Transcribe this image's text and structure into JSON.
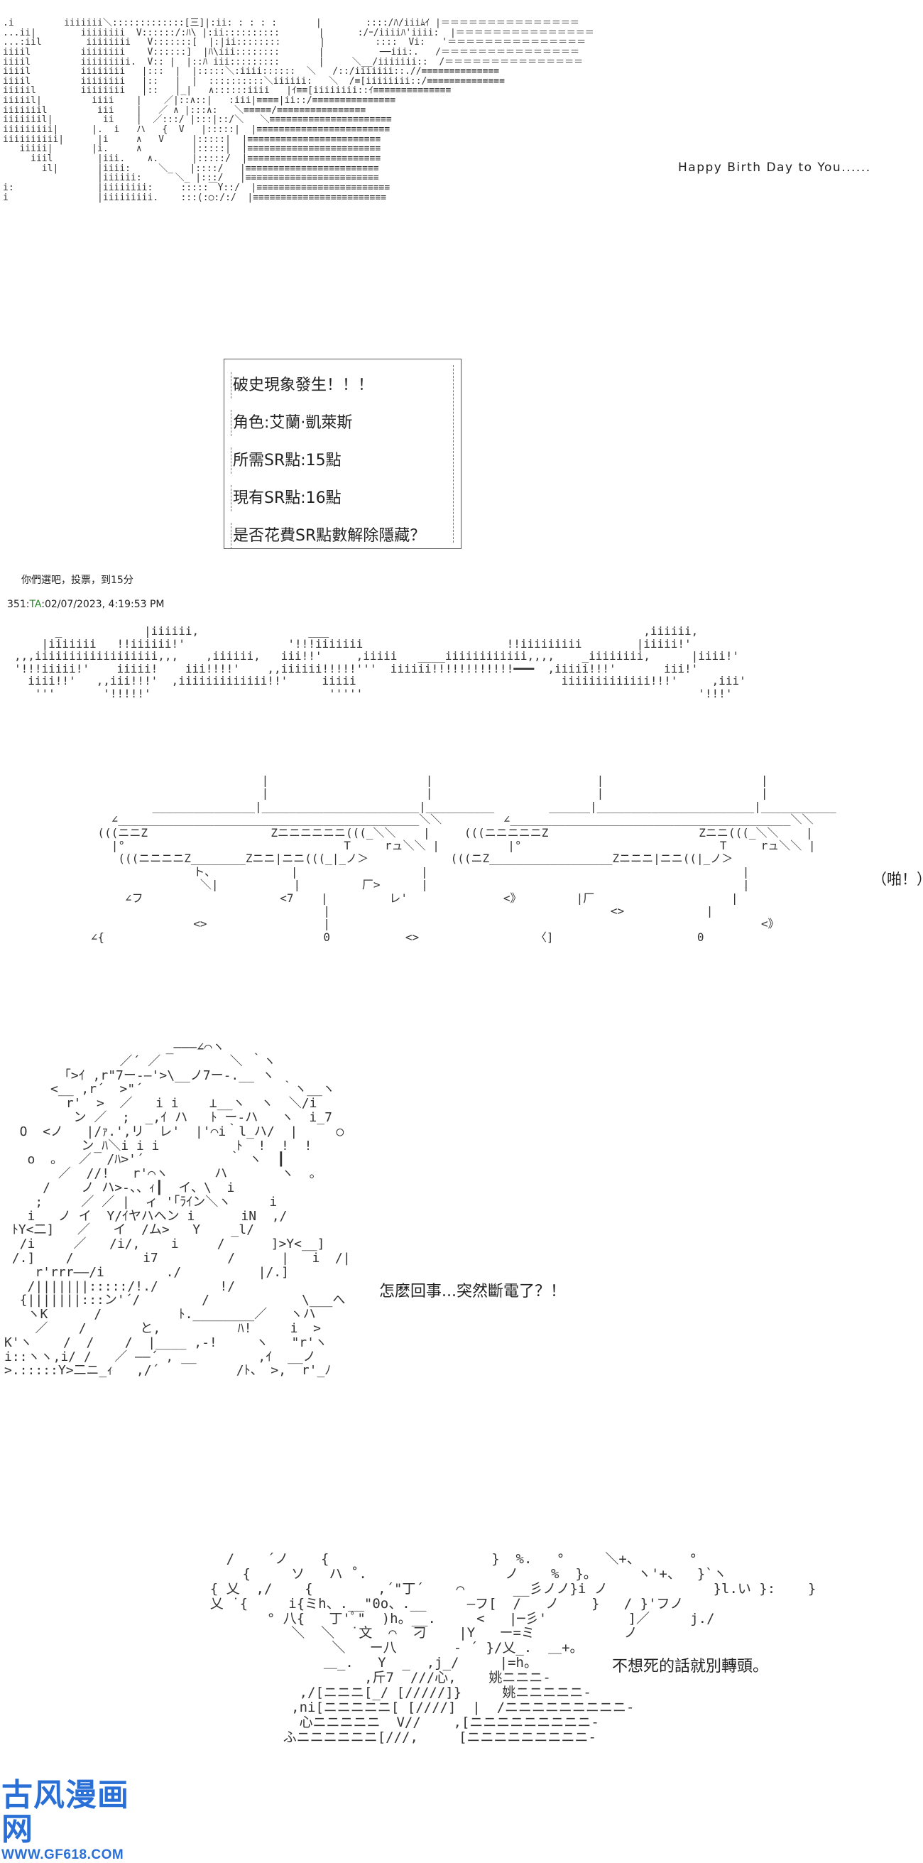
{
  "scene1": {
    "ascii_art": ".i         iiiiiii＼:::::::::::::[三]|:ii: : : : :       |        ::::/ﾊ/iiiﾑｲ |＝＝＝＝＝＝＝＝＝＝＝＝＝＝＝\n...ii|        iiiiiiii  V::::::/:ﾊ\\ |:ii::::::::::       |      :/ｰ/iiiiﾊ'iiii:  |＝＝＝＝＝＝＝＝＝＝＝＝＝＝＝\n...:iil        iiiiiiii   V:::::::[  |:|ii::::::::       |         ::::  Vi:   '＝＝＝＝＝＝＝＝＝＝＝＝＝＝＝\niiiil         iiiiiiii    V::::::]  |ﾊ\\iii::::::::       |          ──iii:.   /＝＝＝＝＝＝＝＝＝＝＝＝＝＝＝\niiiil         iiiiiiiii.  V:: |  |::ﾊ iii:::::::::       |     ＼__/iiiiiii::  /＝＝＝＝＝＝＝＝＝＝＝＝＝＝＝\niiiil         iiiiiiii   |:::  |  |:::::＼:iiii::::::  ＼   /::/iiiiiii::.//≡≡≡≡≡≡≡≡≡≡≡≡≡≡\niiiil         iiiiiiii   |::   |  |  ::::::::::＼iiiiii:   ＼  /≡[iiiiiiii::/≡≡≡≡≡≡≡≡≡≡≡≡≡≡\niiiiil        iiiiiiii   |::   |_|   ∧::::::iiii   |ｲ≡≡[iiiiiiii::ｲ≡≡≡≡≡≡≡≡≡≡≡≡≡≡\niiiiil|         iiii    |    ／|::∧::|   :iii|≡≡≡≡|ii::/≡≡≡≡≡≡≡≡≡≡≡≡≡≡≡\niiiiiiil         iii    |   ／ ∧ |:::∧:   ＼≡≡≡≡≡/≡≡≡≡≡≡≡≡≡≡≡≡≡≡≡≡\niiiiiiil|         ii    |  ／:::/ |:::|::/＼   ＼≡≡≡≡≡≡≡≡≡≡≡≡≡≡≡≡≡≡≡≡≡≡\niiiiiiiii|      |.  i   ハ   {  V   |:::::|  |≡≡≡≡≡≡≡≡≡≡≡≡≡≡≡≡≡≡≡≡≡≡≡≡\niiiiiiiiii|      |i     ∧   V     |:::::|  |≡≡≡≡≡≡≡≡≡≡≡≡≡≡≡≡≡≡≡≡≡≡≡≡\n   iiiii|       |i.     ∧         |:::::|  |≡≡≡≡≡≡≡≡≡≡≡≡≡≡≡≡≡≡≡≡≡≡≡≡\n     iiil        |iii.    ∧.      |:::::/  |≡≡≡≡≡≡≡≡≡≡≡≡≡≡≡≡≡≡≡≡≡≡≡≡\n       il|       |iiii:     ＼_   |::::/   |≡≡≡≡≡≡≡≡≡≡≡≡≡≡≡≡≡≡≡≡≡≡≡≡\n                 |iiiiii:      ＼_ |:::/   |≡≡≡≡≡≡≡≡≡≡≡≡≡≡≡≡≡≡≡≡≡≡≡≡\ni:               |iiiiiiii:     :::::￣Y::/  |≡≡≡≡≡≡≡≡≡≡≡≡≡≡≡≡≡≡≡≡≡≡≡≡\ni                |iiiiiiiii.    :::(:○:/:/  |≡≡≡≡≡≡≡≡≡≡≡≡≡≡≡≡≡≡≡≡≡≡≡≡",
    "caption": "Happy  Birth  Day  to  You......"
  },
  "sr_box": {
    "lines": [
      "破史現象發生！！！",
      "角色:艾蘭·凱萊斯",
      "所需SR點:15點",
      "現有SR點:16點",
      "是否花費SR點數解除隱藏？"
    ]
  },
  "post": {
    "note": "你們選吧，投票，到15分",
    "number": "351:",
    "user": "TA",
    "timestamp": ":02/07/2023, 4:19:53 PM"
  },
  "scene2": {
    "ascii_bubbles": "      _            |iiiiii,                ___                                              ,iiiiii,\n    |iiiiiii   !!iiiiii!'               '!!!iiiiiii                     !!iiiiiiiii        |iiiii!'\n,,,iiiiiiiiiiiiiiiiii,,,    ,iiiiii,   iii!!'     ,iiiii   ____iiiiiiiiiiii,,,,    _iiiiiiii,      |iiii!'\n'!!!iiiii!'    iiiii!    iii!!!!'    ,,iiiiii!!!!!'''  iiiiii!!!!!!!!!!!!━━━  ,iiiii!!!'       iii!'\n  iiii!!'   ,,iii!!!'  ,iiiiiiiiiiiii!!'     iiiii                              iiiiiiiiiiiii!!!'     ,iii'\n   '''       '!!!!!'                          '''''                                                 '!!!'",
    "ascii_glasses": "                               |                       |                        |                       |\n                               |                       |                        |                       |\n               _______________|_______________________|__________        ______|_______________________|___________\n         ∠____________________________________________＼＼         ∠_________________________________________＼＼\n       (((ニニZ                  Zニニニニニニ(((_＼＼    |     (((ニニニニニZ                      Zニニ(((_＼＼    |\n         |°                                T     rュ＼＼ |          |°                             T     rュ＼＼ |\n          (((ニニニニZ________Zニニ|ニニ(((_|_ノ＞            (((ニZ__________________Zニニニ|ニニ((|_ノ＞\n                     ト、           |                  |                                              |\n                      ＼|           |         厂>      |                                              |\n           ∠フ                    <7    |         レ'              <》        |厂                    |\n                                        |                                         <>            |\n                     <>                 |                                                               <》\n      ∠{                                0           <>                 〈]                     0",
    "sfx": "（啪！）"
  },
  "scene3": {
    "ascii_girl": "                     _―――∠⌒ヽ\n               ／´ ／         ＼ ｀ヽ\n       「>ｲ ,r\"7ー-―'>\\__ノ7ー-.__ ヽ\n      <__ ,r´  >\"´                  ｀ヽ__ヽ\n        r'  >  ／   i i    ⊥__ヽ  ヽ  ＼/i\n         ン ／  ;  _,ｲ ハ   ﾄ ー-ハ   ヽ  i_7\n  O  <ノ   |/ｧ.',リ  レ'  |'⌒i｀l_ハ/  |     ○\n          ン_ﾊ＼i i i          ﾄ  !  !  !\n   o  。  ／  /ﾊ>'´           ｀ ヽ  ┃\n       ／  //!   r'⌒ヽ      ハ       ヽ  。\n     /    ノ ハ>-、、ｨ┃  イ、\\  i\n    ;     ／ ／ |  ィ '｢ﾗｲン＼ヽ     i\n   i   ノ イ  Y/ｲヤハヘン i      iN  ,/\n ﾄY<二]   ／   イ  /ム>   Y    _l/\n  /i     ／   /i/,    i     /      ]>Y<__]\n /.]    /         i7         /      |   i  /|\n    r'rrr――/i        ./          |/.]\n   /|||||||:::::/!./        !/\n  {|||||||:::ン'´/        /            \\___へ\n   ヽK      /          ﾄ.________／   ヽハ\n    ／    /       と,          ﾊ!     i  >\nK'ヽ    /  /    /  |____ ,-!     ヽ   \"r'ヽ\ni::ヽヽ,i/ /   ／ ――´ , __        ,ｲ  __ノ\n>.:::::Y>二ニ_ｨ   ,/´          /ﾄ、 >,  r'_ﾉ",
    "dialog": "怎麽回事...突然斷電了？！"
  },
  "scene4": {
    "ascii_boy": "      /    ´ノ    {                    }  %.   °     ＼+、      °\n        {     ソ   ハ ˚.                 ノ    %  }。     ヽ'+、  }`ヽ\n    { 乂  ,/    {        ,´\"丁´    ⌒      __彡ノノ}i ノ             }l.い }:    }\n    乂 ˙{     i{ミh、.__\"0o、.__     ―フ[  /   ノ    }   / }'フノ\n           ° 八{   丁'ﾟ\"  )h。__.     <   |─彡'          ]／     j./\n              ＼  ＼  ˙文  ⌒  刁    |Y   ー=ミ           ノ\n                   ＼   ー八       ‐ ´ }/乂_.  ＿+。\n                  ＿_.   Y  _  ,j_/     |=h。\n                       ,斤7  ///心,    姚ニニニ-\n               ,/[ニニニ[_/ [/////]}     姚ニニニニニ-\n              ,ni[ニニニニニ[ [////]  |  /ニニニニニニニニニ-\n               心ニニニニニ  V//    ,[ニニニニニニニニニ-\n             ふニニニニニニ[///,     [ニニニニニニニニニ-",
    "dialog": "不想死的話就別轉頭。"
  },
  "watermark": {
    "logo": "古风漫画网",
    "url": "WWW.GF618.COM"
  }
}
